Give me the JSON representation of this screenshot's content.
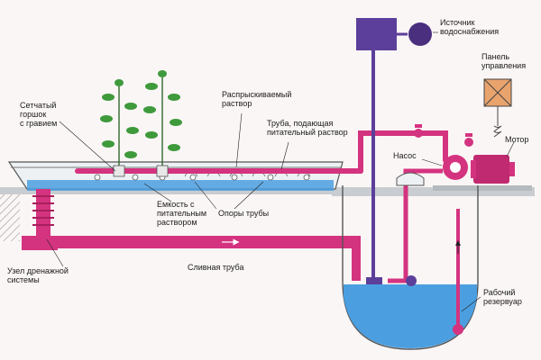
{
  "labels": {
    "source": "Источник\nводоснабжения",
    "panel": "Панель\nуправления",
    "motor": "Мотор",
    "pump": "Насос",
    "spray": "Распрыскиваемый\nраствор",
    "mesh_pot": "Сетчатый\nгоршок\nс гравием",
    "feed_pipe": "Труба, подающая\nпитательный раствор",
    "container": "Емкость с\nпитательным\nраствором",
    "pipe_supports": "Опоры трубы",
    "drain_unit": "Узел дренажной\nсистемы",
    "drain_pipe": "Сливная труба",
    "reservoir": "Рабочий\nрезервуар"
  },
  "colors": {
    "pipe": "#d4337f",
    "water": "#4b9fe0",
    "tank": "#5c3f9a",
    "panel": "#e9a36d",
    "leaf": "#3f9a3c",
    "ground": "#bfc5c9"
  }
}
